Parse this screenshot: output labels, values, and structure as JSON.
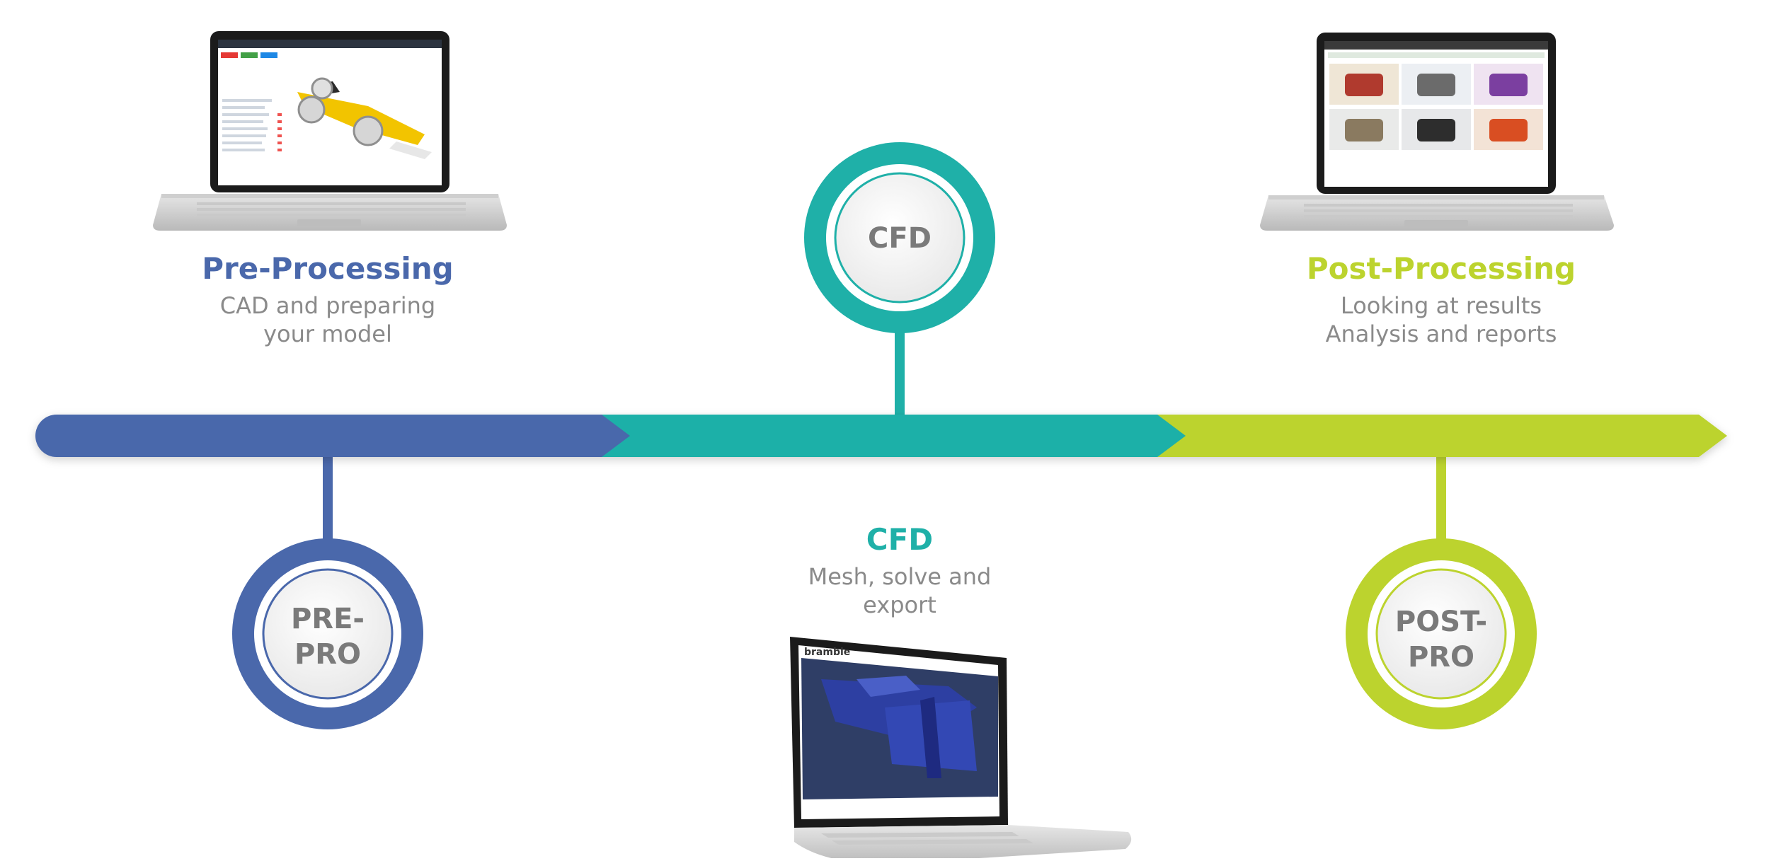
{
  "colors": {
    "pre": "#4a68ab",
    "cfd": "#1fb0a8",
    "post": "#bcd32e",
    "subtext": "#8a8a8a",
    "badge_text": "#7a7a7a"
  },
  "stages": {
    "pre": {
      "title": "Pre-Processing",
      "subtitle": "CAD and preparing\nyour model",
      "badge_line1": "PRE-",
      "badge_line2": "PRO"
    },
    "cfd": {
      "title": "CFD",
      "subtitle": "Mesh, solve and\nexport",
      "badge": "CFD",
      "screen_brand": "bramble"
    },
    "post": {
      "title": "Post-Processing",
      "subtitle": "Looking at results\nAnalysis and reports",
      "badge_line1": "POST-",
      "badge_line2": "PRO"
    }
  }
}
